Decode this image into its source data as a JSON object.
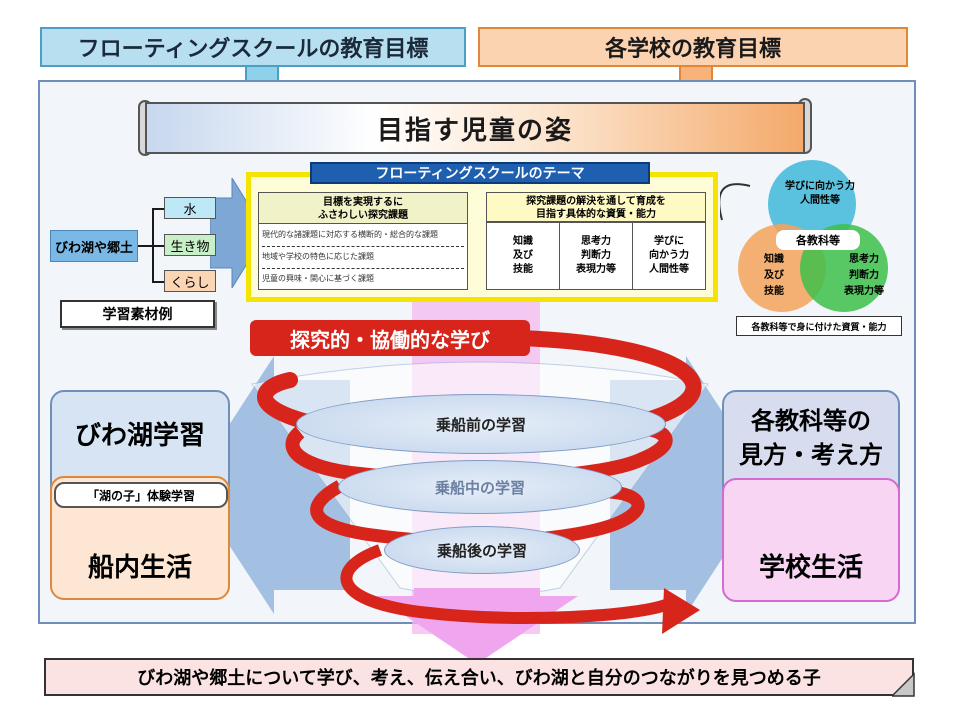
{
  "header": {
    "left_title": "フローティングスクールの教育目標",
    "right_title": "各学校の教育目標"
  },
  "scroll": {
    "title": "目指す児童の姿"
  },
  "theme": {
    "header": "フローティングスクールのテーマ",
    "inquiry_title_line1": "目標を実現するに",
    "inquiry_title_line2": "ふさわしい探究課題",
    "inquiry_items": [
      "現代的な諸課題に対応する横断的・総合的な課題",
      "地域や学校の特色に応じた課題",
      "児童の興味・関心に基づく課題"
    ],
    "ability_title_line1": "探究課題の解決を通して育成を",
    "ability_title_line2": "目指す具体的な資質・能力",
    "ability_cols": [
      {
        "l1": "知識",
        "l2": "及び",
        "l3": "技能"
      },
      {
        "l1": "思考力",
        "l2": "判断力",
        "l3": "表現力等"
      },
      {
        "l1": "学びに",
        "l2": "向かう力",
        "l3": "人間性等"
      }
    ]
  },
  "materials": {
    "root": "びわ湖や郷土",
    "items": [
      "水",
      "生き物",
      "くらし"
    ],
    "label": "学習素材例"
  },
  "venn": {
    "top_l1": "学びに向かう力",
    "top_l2": "人間性等",
    "center": "各教科等",
    "left_l1": "知識",
    "left_l2": "及び",
    "left_l3": "技能",
    "right_l1": "思考力",
    "right_l2": "判断力",
    "right_l3": "表現力等",
    "caption": "各教科等で身に付けた資質・能力",
    "colors": {
      "top": "#3fb8d8",
      "left": "#f4a25a",
      "right": "#3dbf4a"
    }
  },
  "inquiry_banner": "探究的・協働的な学び",
  "left_panel": {
    "top": "びわ湖学習",
    "middle": "「湖の子」体験学習",
    "bottom": "船内生活"
  },
  "right_panel": {
    "top_l1": "各教科等の",
    "top_l2": "見方・考え方",
    "bottom": "学校生活"
  },
  "stages": [
    "乗船前の学習",
    "乗船中の学習",
    "乗船後の学習"
  ],
  "bottom_banner": "びわ湖や郷土について学び、考え、伝え合い、びわ湖と自分のつながりを見つめる子"
}
